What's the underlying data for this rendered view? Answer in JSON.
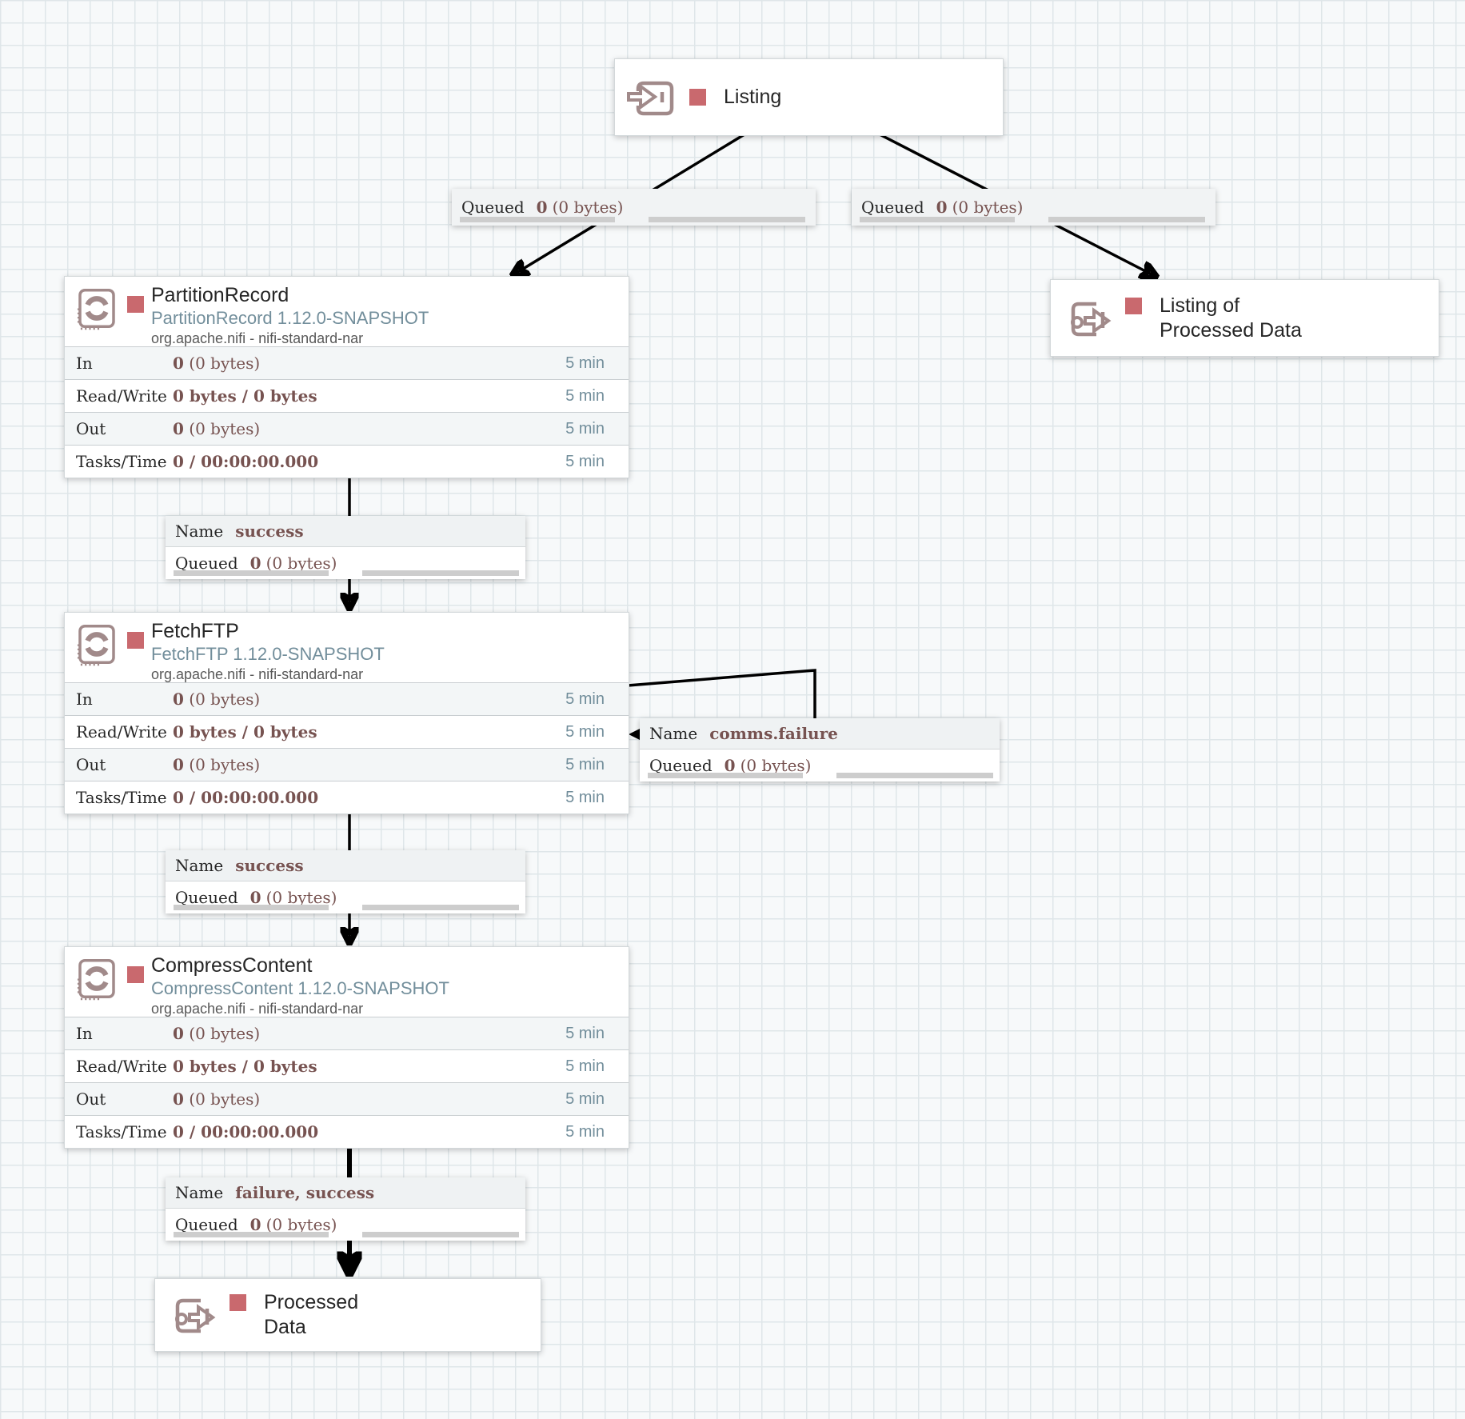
{
  "colors": {
    "stopped_indicator": "#c9696e",
    "icon_taupe": "#a18a8a",
    "stat_value_brown": "#775351",
    "time_window_blue": "#728e9b",
    "canvas_grid": "#dfe6e9"
  },
  "icons": {
    "input_port": "arrow-entering-square",
    "output_port": "arrow-leaving-square",
    "processor": "stamp-with-rotating-arrows",
    "status": "stopped-square"
  },
  "ports": [
    {
      "kind": "input",
      "line1": "Listing",
      "line2": ""
    },
    {
      "kind": "output",
      "line1": "Listing of",
      "line2": "Processed Data"
    },
    {
      "kind": "output",
      "line1": "Processed",
      "line2": "Data"
    }
  ],
  "processors": [
    {
      "title": "PartitionRecord",
      "type": "PartitionRecord 1.12.0-SNAPSHOT",
      "bundle": "org.apache.nifi - nifi-standard-nar",
      "rows": [
        {
          "label": "In",
          "bold": "0",
          "rest": " (0 bytes)",
          "win": "5 min"
        },
        {
          "label": "Read/Write",
          "bold": "0 bytes / 0 bytes",
          "rest": "",
          "win": "5 min"
        },
        {
          "label": "Out",
          "bold": "0",
          "rest": " (0 bytes)",
          "win": "5 min"
        },
        {
          "label": "Tasks/Time",
          "bold": "0 / 00:00:00.000",
          "rest": "",
          "win": "5 min"
        }
      ]
    },
    {
      "title": "FetchFTP",
      "type": "FetchFTP 1.12.0-SNAPSHOT",
      "bundle": "org.apache.nifi - nifi-standard-nar",
      "rows": [
        {
          "label": "In",
          "bold": "0",
          "rest": " (0 bytes)",
          "win": "5 min"
        },
        {
          "label": "Read/Write",
          "bold": "0 bytes / 0 bytes",
          "rest": "",
          "win": "5 min"
        },
        {
          "label": "Out",
          "bold": "0",
          "rest": " (0 bytes)",
          "win": "5 min"
        },
        {
          "label": "Tasks/Time",
          "bold": "0 / 00:00:00.000",
          "rest": "",
          "win": "5 min"
        }
      ]
    },
    {
      "title": "CompressContent",
      "type": "CompressContent 1.12.0-SNAPSHOT",
      "bundle": "org.apache.nifi - nifi-standard-nar",
      "rows": [
        {
          "label": "In",
          "bold": "0",
          "rest": " (0 bytes)",
          "win": "5 min"
        },
        {
          "label": "Read/Write",
          "bold": "0 bytes / 0 bytes",
          "rest": "",
          "win": "5 min"
        },
        {
          "label": "Out",
          "bold": "0",
          "rest": " (0 bytes)",
          "win": "5 min"
        },
        {
          "label": "Tasks/Time",
          "bold": "0 / 00:00:00.000",
          "rest": "",
          "win": "5 min"
        }
      ]
    }
  ],
  "connections": [
    {
      "name": "",
      "name_label": "",
      "queued_label": "Queued",
      "count": "0",
      "size": "(0 bytes)"
    },
    {
      "name": "",
      "name_label": "",
      "queued_label": "Queued",
      "count": "0",
      "size": "(0 bytes)"
    },
    {
      "name": "success",
      "name_label": "Name",
      "queued_label": "Queued",
      "count": "0",
      "size": "(0 bytes)"
    },
    {
      "name": "comms.failure",
      "name_label": "Name",
      "queued_label": "Queued",
      "count": "0",
      "size": "(0 bytes)"
    },
    {
      "name": "success",
      "name_label": "Name",
      "queued_label": "Queued",
      "count": "0",
      "size": "(0 bytes)"
    },
    {
      "name": "failure, success",
      "name_label": "Name",
      "queued_label": "Queued",
      "count": "0",
      "size": "(0 bytes)"
    }
  ]
}
